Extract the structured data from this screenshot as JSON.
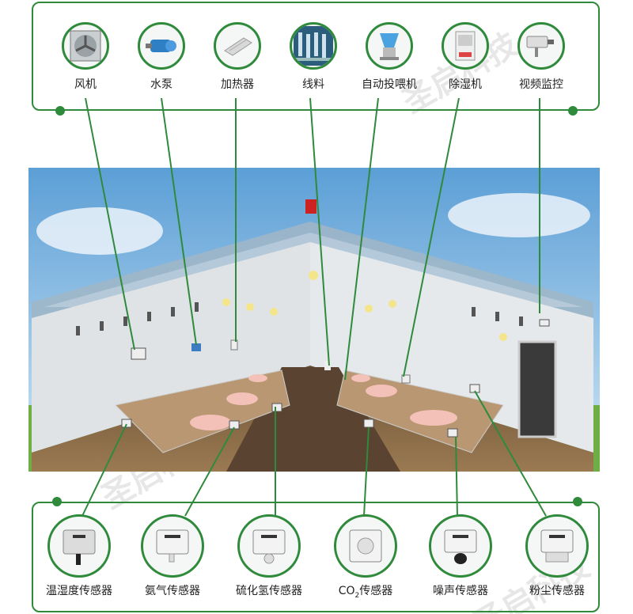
{
  "devices": [
    {
      "label": "风机",
      "icon": "fan-icon"
    },
    {
      "label": "水泵",
      "icon": "water-pump-icon"
    },
    {
      "label": "加热器",
      "icon": "heater-icon"
    },
    {
      "label": "线料",
      "icon": "feed-line-icon"
    },
    {
      "label": "自动投喂机",
      "icon": "auto-feeder-icon"
    },
    {
      "label": "除湿机",
      "icon": "dehumidifier-icon"
    },
    {
      "label": "视频监控",
      "icon": "camera-icon"
    }
  ],
  "sensors": [
    {
      "label": "温湿度传感器",
      "icon": "sensor-box-icon"
    },
    {
      "label": "氨气传感器",
      "icon": "sensor-box-icon"
    },
    {
      "label": "硫化氢传感器",
      "icon": "sensor-box-icon"
    },
    {
      "label_prefix": "CO",
      "label_sub": "2",
      "label_suffix": "传感器",
      "icon": "sensor-box-icon"
    },
    {
      "label": "噪声传感器",
      "icon": "sensor-box-icon"
    },
    {
      "label": "粉尘传感器",
      "icon": "sensor-box-icon"
    }
  ],
  "watermark": "圣启科技",
  "colors": {
    "accent": "#2f8a3c",
    "sky": "#7eb7e0",
    "floor": "#8a6a42",
    "wall": "#dfe3e6"
  }
}
